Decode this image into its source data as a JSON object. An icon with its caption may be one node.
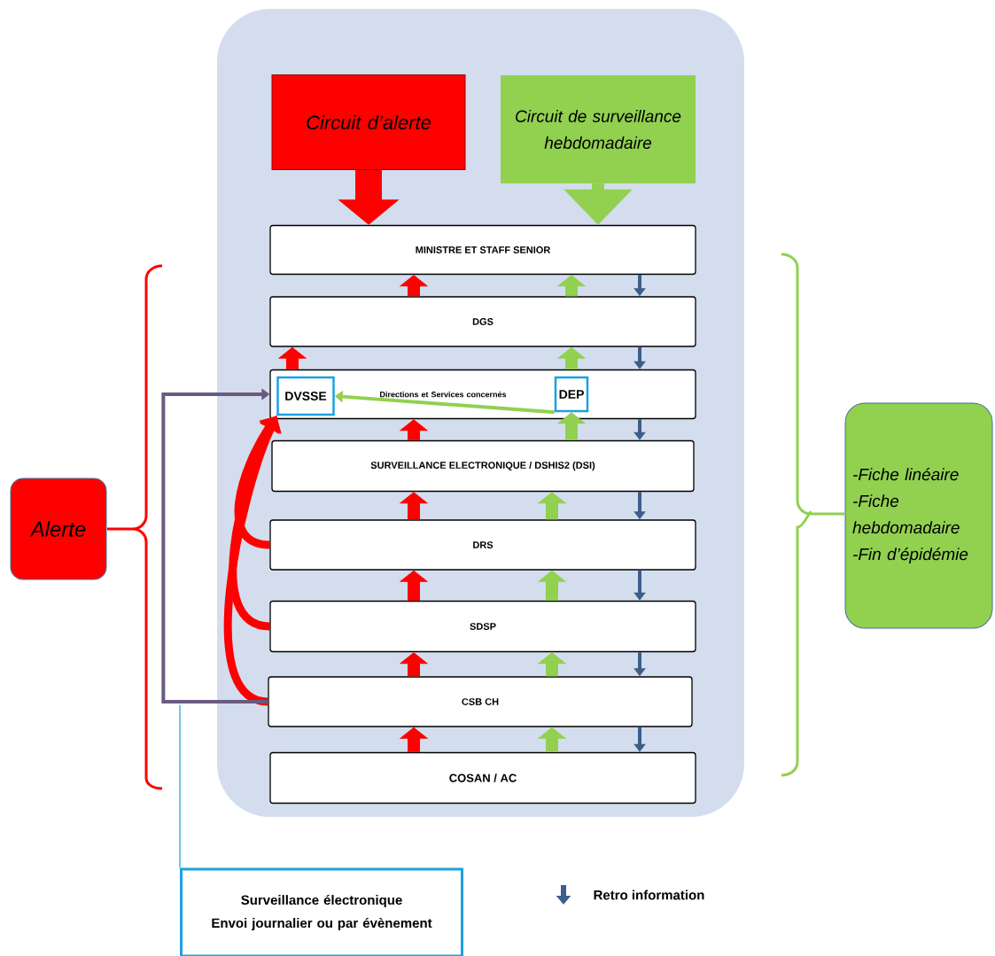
{
  "diagram": {
    "nodes": [
      {
        "text": [
          "Circuit d’alerte"
        ]
      },
      {
        "text": [
          "Circuit de surveillance hebdomadaire"
        ]
      },
      {
        "text": [
          "MINISTRE ET STAFF SENIOR"
        ]
      },
      {
        "text": [
          "DGS"
        ]
      },
      {
        "text": [
          "Directions et Services concernés"
        ]
      },
      {
        "text": [
          "DVSSE"
        ],
        "in": 4
      },
      {
        "text": [
          "DEP"
        ],
        "in": 4
      },
      {
        "text": [
          "SURVEILLANCE ELECTRONIQUE / DSHIS2 (DSI)"
        ]
      },
      {
        "text": [
          "DRS"
        ]
      },
      {
        "text": [
          "SDSP"
        ]
      },
      {
        "text": [
          "CSB CH"
        ]
      },
      {
        "text": [
          "COSAN / AC"
        ]
      },
      {
        "text": [
          "Alerte"
        ]
      },
      {
        "text": [
          "-Fiche linéaire",
          "-Fiche hebdomadaire",
          "-Fin d’épidémie"
        ]
      },
      {
        "text": [
          "Surveillance électronique",
          "Envoi journalier ou par évènement"
        ]
      }
    ],
    "edges": [
      {
        "from": 0,
        "to": 2,
        "arrow": "to",
        "style": "thick"
      },
      {
        "from": 1,
        "to": 2,
        "arrow": "to",
        "color": "#92d050"
      },
      {
        "from": 3,
        "to": 2,
        "arrow": "to"
      },
      {
        "from": 4,
        "to": 3,
        "arrow": "to"
      },
      {
        "from": 7,
        "to": 4,
        "arrow": "to"
      },
      {
        "from": 8,
        "to": 7,
        "arrow": "to"
      },
      {
        "from": 9,
        "to": 8,
        "arrow": "to"
      },
      {
        "from": 10,
        "to": 9,
        "arrow": "to"
      },
      {
        "from": 11,
        "to": 10,
        "arrow": "to"
      },
      {
        "from": 3,
        "to": 2,
        "arrow": "to",
        "color": "#92d050"
      },
      {
        "from": 4,
        "to": 3,
        "arrow": "to",
        "color": "#92d050"
      },
      {
        "from": 7,
        "to": 6,
        "arrow": "to",
        "color": "#92d050"
      },
      {
        "from": 8,
        "to": 7,
        "arrow": "to",
        "color": "#92d050"
      },
      {
        "from": 9,
        "to": 8,
        "arrow": "to",
        "color": "#92d050"
      },
      {
        "from": 10,
        "to": 9,
        "arrow": "to",
        "color": "#92d050"
      },
      {
        "from": 11,
        "to": 10,
        "arrow": "to",
        "color": "#92d050"
      },
      {
        "from": 2,
        "to": 3,
        "arrow": "to",
        "color": "#3b5e8c"
      },
      {
        "from": 3,
        "to": 4,
        "arrow": "to",
        "color": "#3b5e8c"
      },
      {
        "from": 4,
        "to": 7,
        "arrow": "to",
        "color": "#3b5e8c"
      },
      {
        "from": 7,
        "to": 8,
        "arrow": "to",
        "color": "#3b5e8c"
      },
      {
        "from": 8,
        "to": 9,
        "arrow": "to",
        "color": "#3b5e8c"
      },
      {
        "from": 9,
        "to": 10,
        "arrow": "to",
        "color": "#3b5e8c"
      },
      {
        "from": 10,
        "to": 11,
        "arrow": "to",
        "color": "#3b5e8c"
      },
      {
        "from": 6,
        "to": 5,
        "arrow": "to",
        "color": "#92d050"
      },
      {
        "from": 8,
        "to": 5,
        "arrow": "to"
      },
      {
        "from": 9,
        "to": 5,
        "arrow": "to"
      },
      {
        "from": 10,
        "to": 5,
        "arrow": "to"
      },
      {
        "from": 10,
        "to": 4,
        "arrow": "to",
        "color": "#6a5a7f"
      },
      {
        "from": 14,
        "to": null,
        "arrow": "none",
        "color": "#1ba1e2"
      }
    ],
    "legend": [
      {
        "text": "Retro information"
      }
    ]
  }
}
